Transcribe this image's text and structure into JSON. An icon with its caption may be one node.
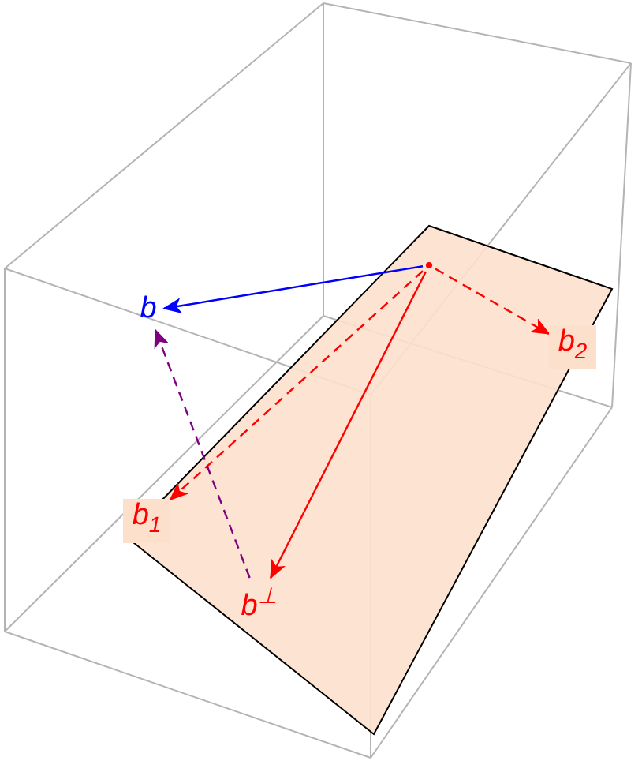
{
  "diagram": {
    "nodes": [
      {
        "text": [],
        "shape": "point"
      },
      {
        "text": [
          "b"
        ]
      },
      {
        "text": [
          "b$_{1}$"
        ]
      },
      {
        "text": [
          "b$_{2}$"
        ]
      },
      {
        "text": [
          "b$^{⊥}$"
        ]
      }
    ],
    "edges": [
      {
        "from": 0,
        "to": 1,
        "arrow": "to",
        "color": "#0000ff"
      },
      {
        "from": 0,
        "to": 2,
        "arrow": "to",
        "style": "dashed"
      },
      {
        "from": 0,
        "to": 3,
        "arrow": "to",
        "style": "dashed"
      },
      {
        "from": 0,
        "to": 4,
        "arrow": "to"
      },
      {
        "from": 4,
        "to": 1,
        "arrow": "to",
        "style": "dashed",
        "color": "#800080"
      }
    ]
  }
}
